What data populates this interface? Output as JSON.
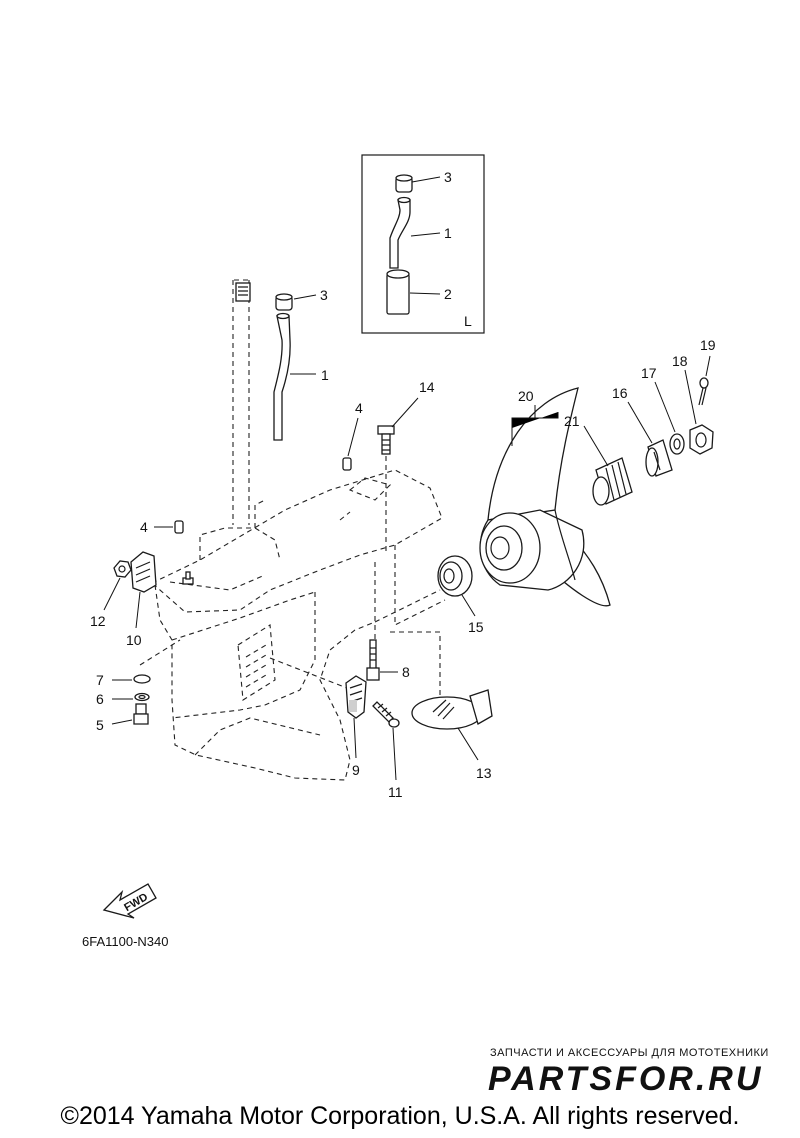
{
  "diagram": {
    "callouts": {
      "inset_3": "3",
      "inset_1": "1",
      "inset_2": "2",
      "inset_L": "L",
      "p3": "3",
      "p1": "1",
      "p4a": "4",
      "p14": "14",
      "p4b": "4",
      "p12": "12",
      "p10": "10",
      "p7": "7",
      "p6": "6",
      "p5": "5",
      "p8": "8",
      "p9": "9",
      "p11": "11",
      "p13": "13",
      "p15": "15",
      "p20": "20",
      "p21": "21",
      "p16": "16",
      "p17": "17",
      "p18": "18",
      "p19": "19"
    },
    "fwd_label": "FWD",
    "drawing_code": "6FA1100-N340"
  },
  "watermark": {
    "tagline": "ЗАПЧАСТИ И АКСЕССУАРЫ ДЛЯ МОТОТЕХНИКИ",
    "logo": "PARTSFOR.RU"
  },
  "footer": {
    "copyright": "©2014 Yamaha Motor Corporation, U.S.A. All rights reserved."
  }
}
